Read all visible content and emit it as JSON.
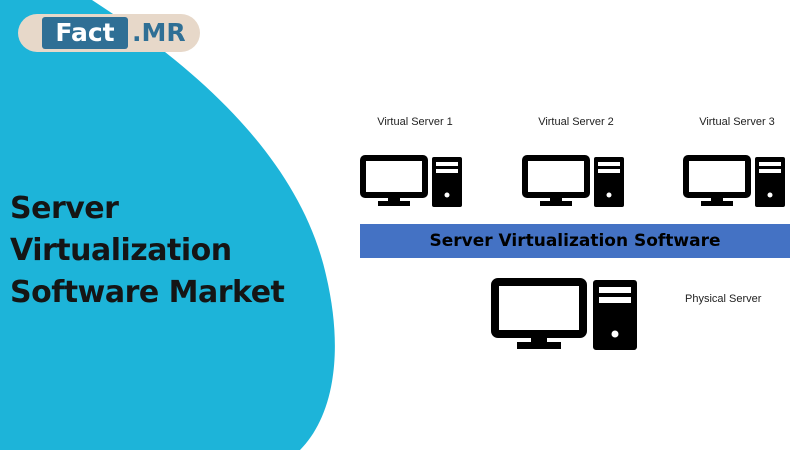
{
  "brand": {
    "logo_fact": "Fact",
    "logo_mr": ".MR",
    "logo_bg": "#e7d8c9",
    "logo_accent": "#2f6f95"
  },
  "title_lines": [
    "Server",
    "Virtualization",
    "Software Market"
  ],
  "colors": {
    "sidebar_cyan": "#1db4d9",
    "software_bar": "#4472c4"
  },
  "diagram": {
    "virtual_servers": [
      {
        "label": "Virtual Server 1",
        "icon": "computer-icon"
      },
      {
        "label": "Virtual Server 2",
        "icon": "computer-icon"
      },
      {
        "label": "Virtual Server 3",
        "icon": "computer-icon"
      }
    ],
    "software_label": "Server Virtualization Software",
    "physical_server": {
      "label": "Physical Server",
      "icon": "computer-icon"
    }
  }
}
